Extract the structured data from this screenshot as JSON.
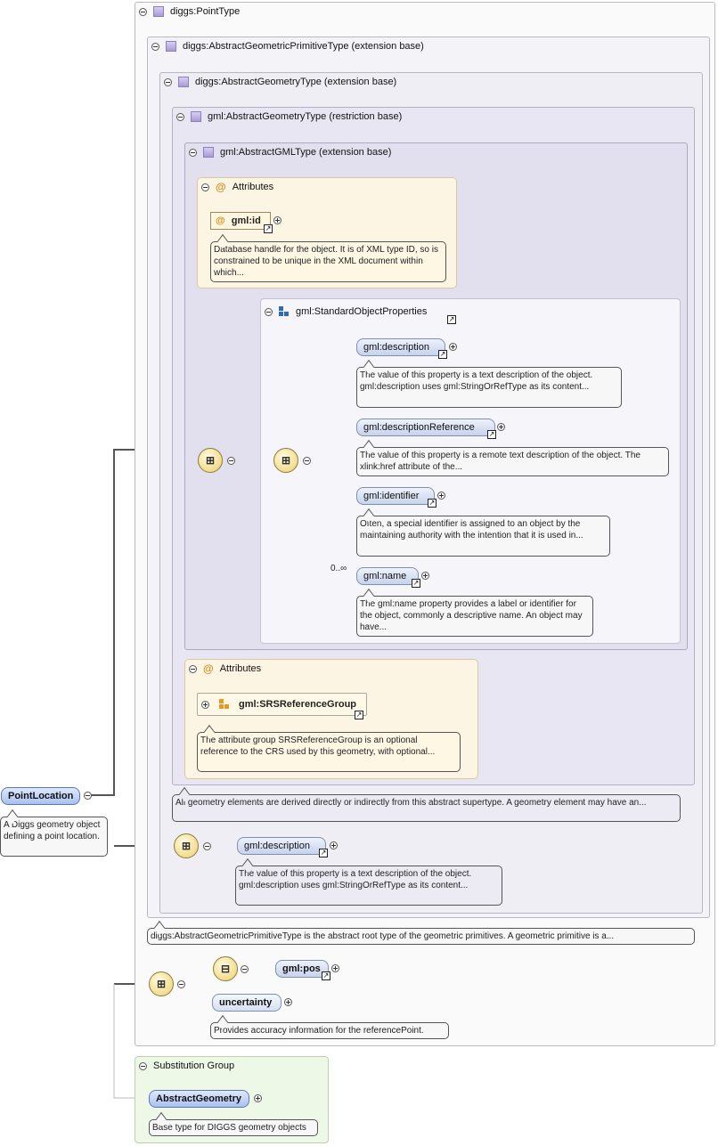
{
  "point_type": {
    "label": "diggs:PointType"
  },
  "abstract_geometric_primitive": {
    "label": "diggs:AbstractGeometricPrimitiveType (extension base)"
  },
  "diggs_abstract_geometry": {
    "label": "diggs:AbstractGeometryType (extension base)"
  },
  "gml_abstract_geometry": {
    "label": "gml:AbstractGeometryType (restriction base)"
  },
  "gml_abstract_gml": {
    "label": "gml:AbstractGMLType (extension base)"
  },
  "attributes_1": {
    "title": "Attributes",
    "at_symbol": "@",
    "id_label": "gml:id",
    "id_doc": "Database handle for the object. It is of XML type ID, so is constrained to be unique in the XML document within which..."
  },
  "std_props": {
    "label": "gml:StandardObjectProperties",
    "cardinality": "0..∞",
    "items": [
      {
        "label": "gml:description",
        "doc": "The value of this property is a text description of the object. gml:description uses gml:StringOrRefType as its content..."
      },
      {
        "label": "gml:descriptionReference",
        "doc": "The value of this property is a remote text description of the object. The xlink:href attribute of the..."
      },
      {
        "label": "gml:identifier",
        "doc": "Often, a special identifier is assigned to an object by the maintaining authority with the intention that it is used in..."
      },
      {
        "label": "gml:name",
        "doc": "The gml:name property provides a label or identifier for the object, commonly a descriptive name. An object may have..."
      }
    ]
  },
  "attributes_2": {
    "title": "Attributes",
    "group_label": "gml:SRSReferenceGroup",
    "group_doc": "The attribute group SRSReferenceGroup is an optional reference to the CRS used by this geometry, with optional..."
  },
  "gml_abstract_geometry_doc": "All geometry elements are derived directly or indirectly from this abstract supertype. A geometry element may have an...",
  "diggs_description": {
    "label": "gml:description",
    "doc": "The value of this property is a text description of the object. gml:description uses gml:StringOrRefType as its content..."
  },
  "abstract_geometric_primitive_doc": "diggs:AbstractGeometricPrimitiveType is the abstract root type of the geometric primitives. A geometric primitive is a...",
  "point_location": {
    "label": "PointLocation",
    "doc": "A Diggs geometry object defining a point location."
  },
  "gml_pos": {
    "label": "gml:pos"
  },
  "uncertainty": {
    "label": "uncertainty",
    "doc": "Provides accuracy information for the referencePoint."
  },
  "substitution": {
    "title": "Substitution Group",
    "label": "AbstractGeometry",
    "doc": "Base type for DIGGS geometry objects"
  }
}
